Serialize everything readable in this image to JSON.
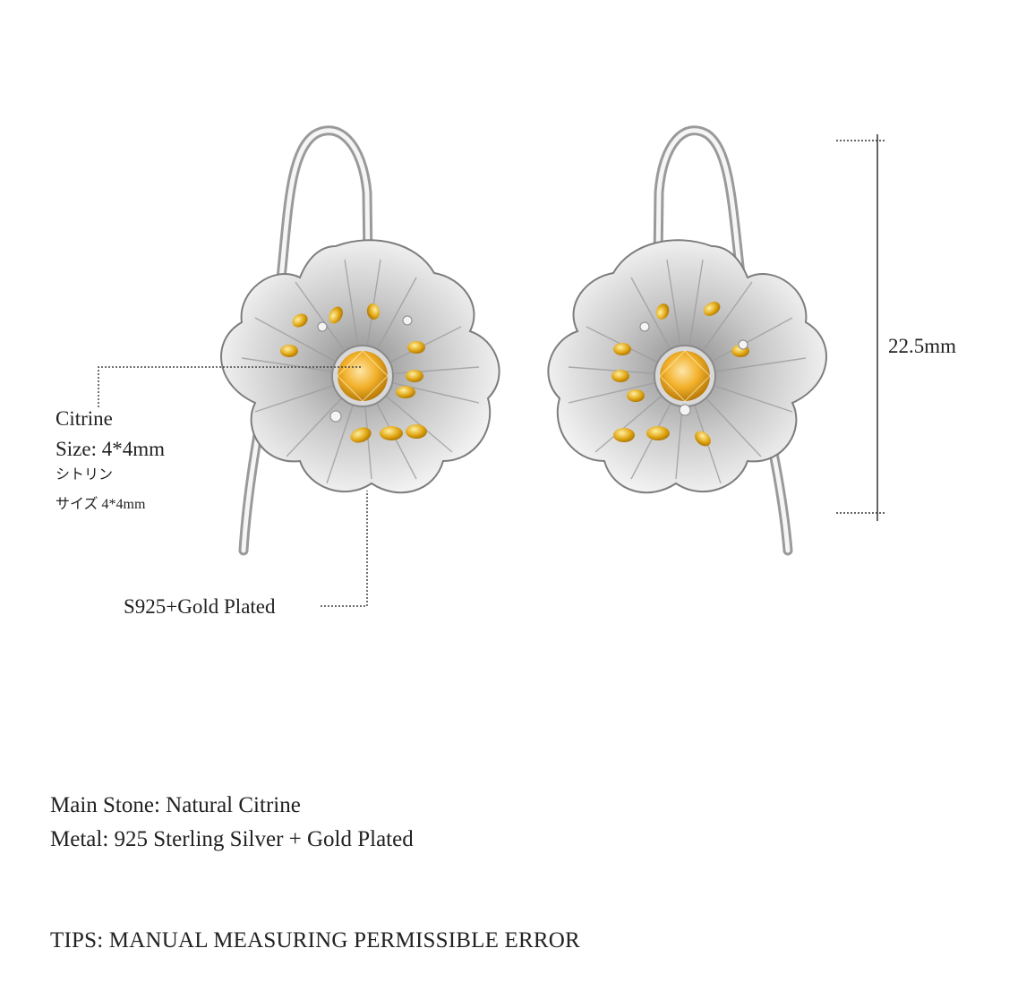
{
  "dimension": {
    "height": "22.5mm"
  },
  "callouts": {
    "stone": {
      "name_en": "Citrine",
      "size_en": "Size: 4*4mm",
      "name_ja": "シトリン",
      "size_ja": "サイズ 4*4mm"
    },
    "metal": "S925+Gold Plated"
  },
  "specs": {
    "main_stone": "Main Stone: Natural Citrine",
    "metal": "Metal: 925 Sterling Silver + Gold Plated"
  },
  "tips": "TIPS: MANUAL MEASURING PERMISSIBLE ERROR",
  "colors": {
    "silver_light": "#f4f4f4",
    "silver_mid": "#c9c9c9",
    "silver_dark": "#8a8a8a",
    "gold": "#e0a614",
    "citrine": "#f2b02a"
  }
}
